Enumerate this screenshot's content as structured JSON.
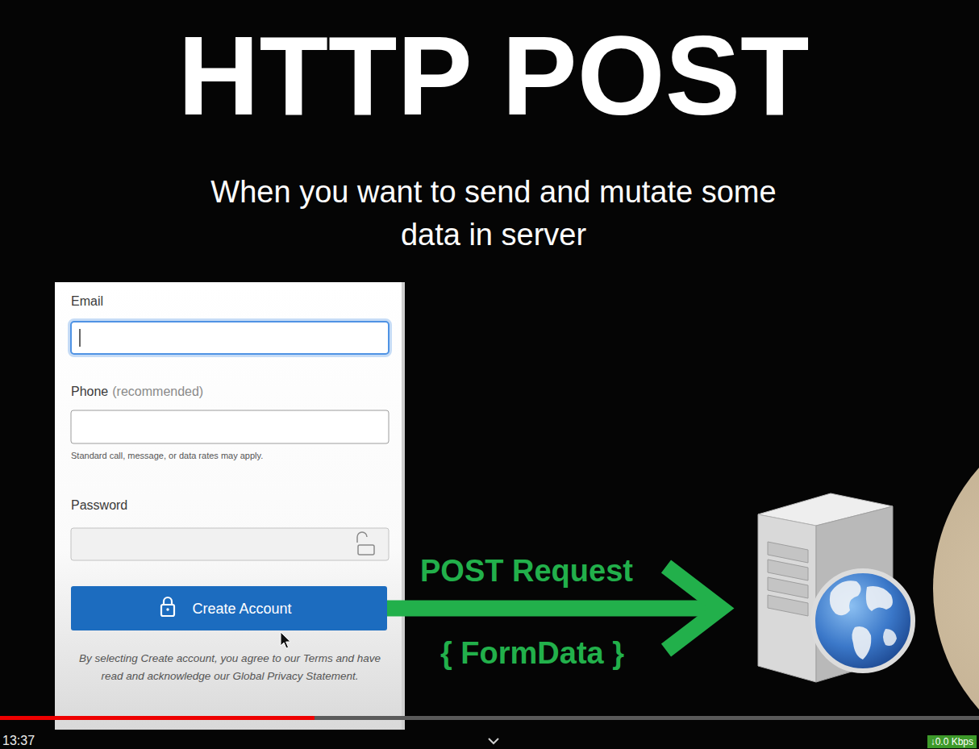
{
  "diagram": {
    "title": "HTTP POST",
    "caption": "When you want to send and mutate some data in server",
    "nodes": [
      {
        "text": [
          "Email",
          "Phone",
          "(recommended)",
          "Standard call, message, or data rates may apply.",
          "Password",
          "By selecting Create account, you agree to our Terms and have read and acknowledge our Global Privacy Statement."
        ]
      },
      {
        "text": [
          "Create Account"
        ],
        "in": 0
      },
      {
        "text": []
      }
    ],
    "edges": [
      {
        "from": 1,
        "to": 2,
        "label": "POST Request",
        "arrow": "to"
      }
    ],
    "labels": [
      "{ FormData }",
      "13:37",
      "↓0.0 Kbps"
    ]
  }
}
